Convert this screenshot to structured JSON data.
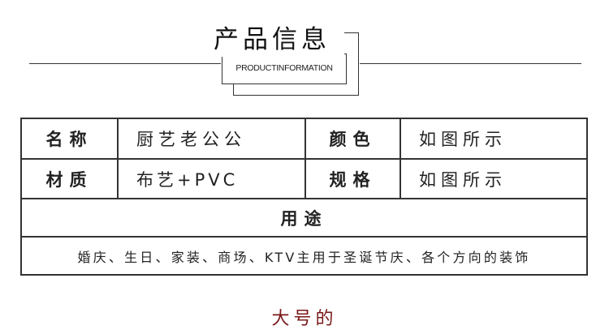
{
  "header": {
    "title": "产品信息",
    "subtitle": "PRODUCTINFORMATION"
  },
  "table": {
    "rows": [
      {
        "label1": "名称",
        "value1": "厨艺老公公",
        "label2": "颜色",
        "value2": "如图所示"
      },
      {
        "label1": "材质",
        "value1": "布艺+PVC",
        "label2": "规格",
        "value2": "如图所示"
      }
    ],
    "usage_heading": "用途",
    "usage_text": "婚庆、生日、家装、商场、KTV主用于圣诞节庆、各个方向的装饰"
  },
  "footer": {
    "text": "大号的"
  },
  "colors": {
    "border": "#333333",
    "footer_text": "#7a1a1a"
  }
}
